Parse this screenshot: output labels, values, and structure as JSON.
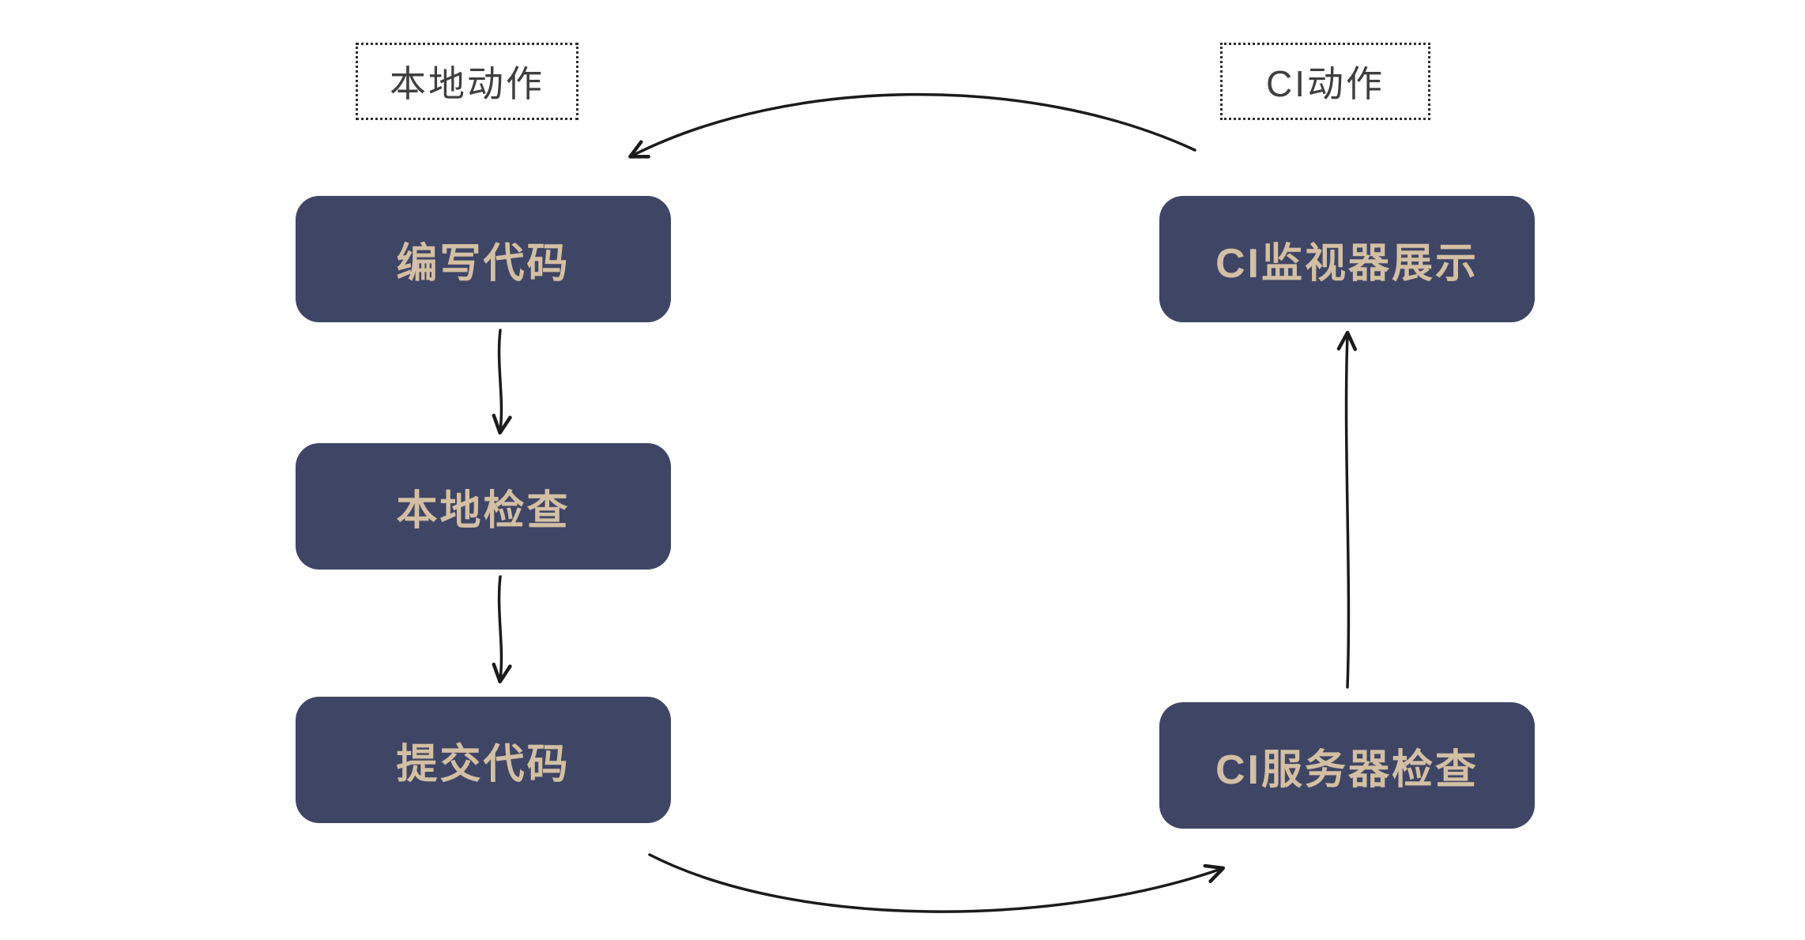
{
  "diagram": {
    "title": "CI workflow cycle",
    "groups": [
      {
        "id": "local-actions",
        "label": "本地动作"
      },
      {
        "id": "ci-actions",
        "label": "CI动作"
      }
    ],
    "nodes": [
      {
        "id": "write-code",
        "label": "编写代码",
        "group": "local-actions"
      },
      {
        "id": "local-check",
        "label": "本地检查",
        "group": "local-actions"
      },
      {
        "id": "commit-code",
        "label": "提交代码",
        "group": "local-actions"
      },
      {
        "id": "ci-monitor-display",
        "label": "CI监视器展示",
        "group": "ci-actions"
      },
      {
        "id": "ci-server-check",
        "label": "CI服务器检查",
        "group": "ci-actions"
      }
    ],
    "edges": [
      {
        "from": "write-code",
        "to": "local-check"
      },
      {
        "from": "local-check",
        "to": "commit-code"
      },
      {
        "from": "commit-code",
        "to": "ci-server-check"
      },
      {
        "from": "ci-server-check",
        "to": "ci-monitor-display"
      },
      {
        "from": "ci-monitor-display",
        "to": "write-code"
      }
    ],
    "colors": {
      "background": "#ffffff",
      "node_bg": "#3f4565",
      "node_text": "#d3bfa3",
      "label_text": "#3f3f3f",
      "arrow": "#1b1b1b"
    }
  }
}
